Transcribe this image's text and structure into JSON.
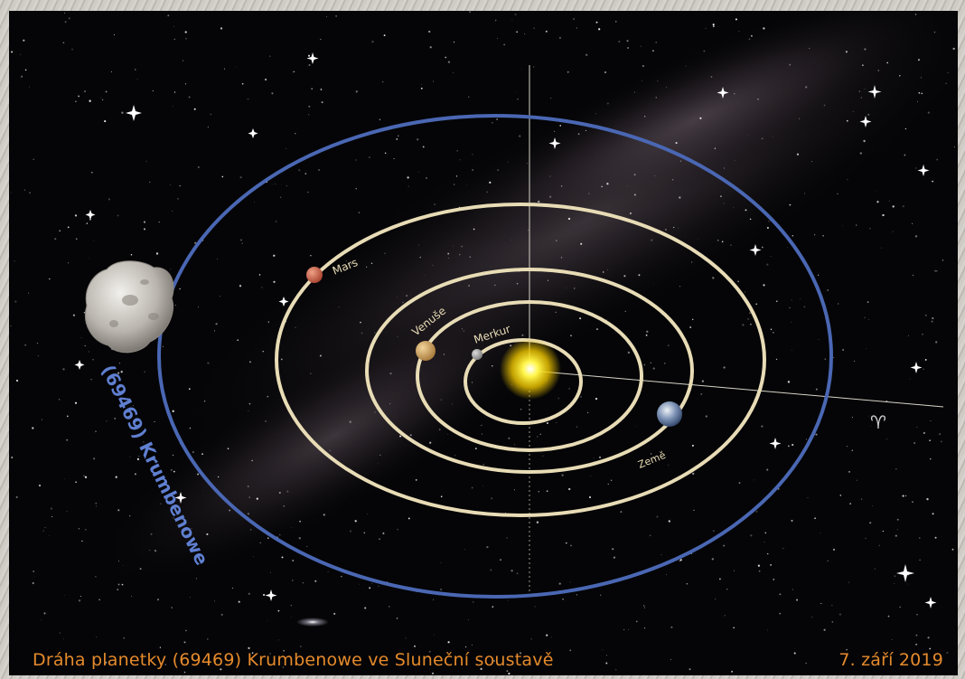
{
  "caption": {
    "title": "Dráha planetky (69469) Krumbenowe ve Sluneční soustavě",
    "date": "7. září 2019"
  },
  "bodies": {
    "asteroid_label": "(69469) Krumbenowe",
    "mars": "Mars",
    "venus": "Venuše",
    "mercury": "Merkur",
    "earth": "Země",
    "aries_symbol": "♈"
  },
  "colors": {
    "asteroid_orbit": "#4a67b3",
    "planet_orbit": "#e8dcb6",
    "caption": "#e58a2c",
    "sun": "#fff24a"
  }
}
